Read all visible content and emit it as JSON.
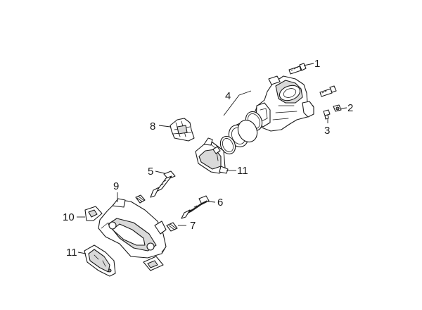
{
  "diagram": {
    "callouts": [
      {
        "id": "c1",
        "label": "1"
      },
      {
        "id": "c2",
        "label": "2"
      },
      {
        "id": "c3",
        "label": "3"
      },
      {
        "id": "c4",
        "label": "4"
      },
      {
        "id": "c5",
        "label": "5"
      },
      {
        "id": "c6",
        "label": "6"
      },
      {
        "id": "c7",
        "label": "7"
      },
      {
        "id": "c8",
        "label": "8"
      },
      {
        "id": "c9",
        "label": "9"
      },
      {
        "id": "c10",
        "label": "10"
      },
      {
        "id": "c11a",
        "label": "11"
      },
      {
        "id": "c11b",
        "label": "11"
      }
    ],
    "colors": {
      "line": "#1a1a1a",
      "fill": "#ffffff",
      "shade": "#d9d9d9",
      "background": "#ffffff"
    }
  }
}
